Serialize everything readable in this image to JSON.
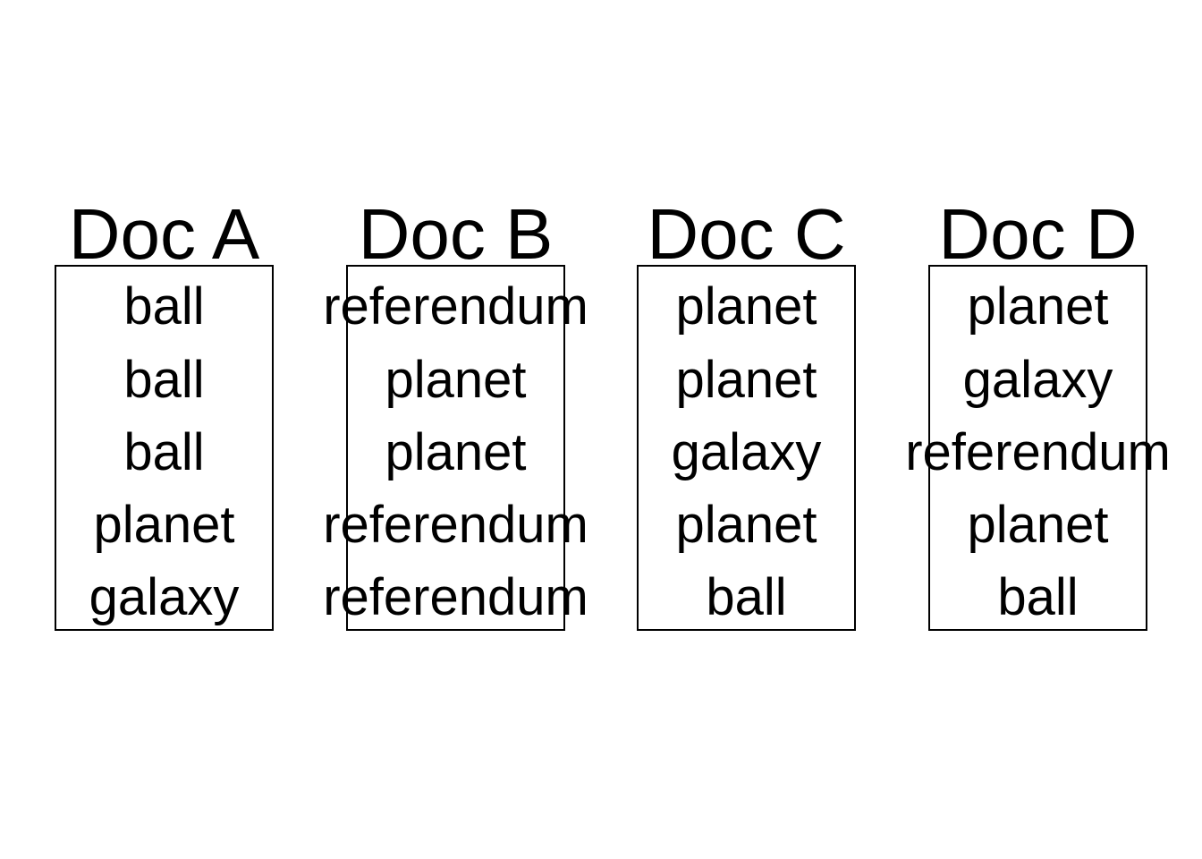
{
  "docs": [
    {
      "title": "Doc A",
      "words": [
        "ball",
        "ball",
        "ball",
        "planet",
        "galaxy"
      ]
    },
    {
      "title": "Doc B",
      "words": [
        "referendum",
        "planet",
        "planet",
        "referendum",
        "referendum"
      ]
    },
    {
      "title": "Doc C",
      "words": [
        "planet",
        "planet",
        "galaxy",
        "planet",
        "ball"
      ]
    },
    {
      "title": "Doc D",
      "words": [
        "planet",
        "galaxy",
        "referendum",
        "planet",
        "ball"
      ]
    }
  ]
}
